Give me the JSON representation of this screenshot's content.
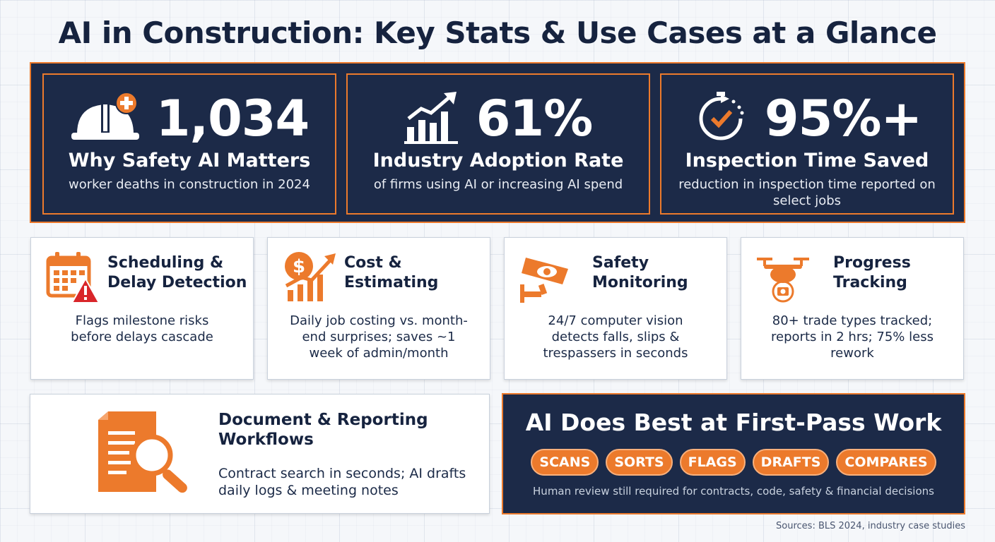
{
  "title": "AI in Construction: Key Stats & Use Cases at a Glance",
  "colors": {
    "navy": "#1c2a48",
    "orange": "#ec7a2c",
    "ink": "#16233f"
  },
  "stats": [
    {
      "number": "1,034",
      "title": "Why Safety AI Matters",
      "sub": "worker deaths in construction in 2024",
      "icon": "hard-hat-plus-icon"
    },
    {
      "number": "61%",
      "title": "Industry Adoption Rate",
      "sub": "of firms using AI or increasing AI spend",
      "icon": "bar-chart-arrow-icon"
    },
    {
      "number": "95%+",
      "title": "Inspection Time Saved",
      "sub": "reduction in inspection time reported on select jobs",
      "icon": "stopwatch-check-icon"
    }
  ],
  "use_cases": [
    {
      "title": "Scheduling &\nDelay Detection",
      "desc": "Flags milestone risks before delays cascade",
      "icon": "calendar-warning-icon"
    },
    {
      "title": "Cost &\nEstimating",
      "desc": "Daily job costing vs. month-end surprises; saves ~1 week of admin/month",
      "icon": "dollar-growth-icon"
    },
    {
      "title": "Safety\nMonitoring",
      "desc": "24/7 computer vision detects falls, slips & trespassers in seconds",
      "icon": "security-camera-icon"
    },
    {
      "title": "Progress\nTracking",
      "desc": "80+ trade types tracked; reports in 2 hrs; 75% less rework",
      "icon": "drone-camera-icon"
    }
  ],
  "document_card": {
    "title": "Document & Reporting\nWorkflows",
    "desc": "Contract search in seconds; AI drafts daily logs & meeting notes",
    "icon": "document-search-icon"
  },
  "ai_panel": {
    "title": "AI Does Best at First-Pass Work",
    "pills": [
      "SCANS",
      "SORTS",
      "FLAGS",
      "DRAFTS",
      "COMPARES"
    ],
    "note": "Human review still required for contracts, code, safety & financial decisions"
  },
  "sources": "Sources: BLS 2024, industry case studies"
}
